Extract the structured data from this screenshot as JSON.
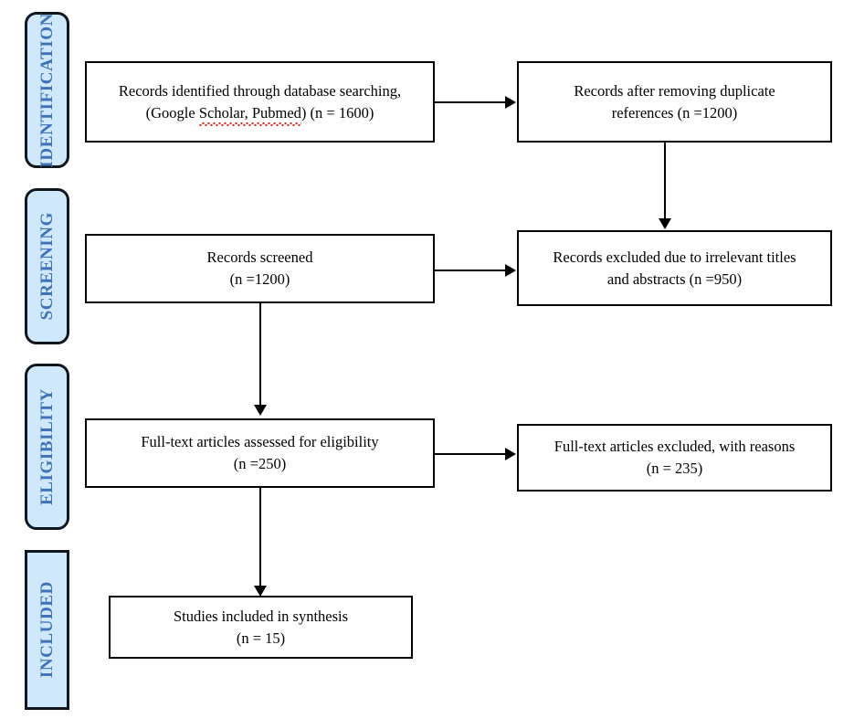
{
  "diagram": {
    "title": "PRISMA study selection flow diagram",
    "colors": {
      "stage_fill": "#cfe8fb",
      "stage_border": "#10171f",
      "stage_text": "#3f72b8",
      "node_border": "#000000",
      "node_fill": "#ffffff",
      "spellcheck_underline": "#e2231a"
    },
    "stages": [
      {
        "id": "identification",
        "label": "IDENTIFICATION",
        "shape": "rounded"
      },
      {
        "id": "screening",
        "label": "SCREENING",
        "shape": "rounded"
      },
      {
        "id": "eligibility",
        "label": "ELIGIBILITY",
        "shape": "rounded"
      },
      {
        "id": "included",
        "label": "INCLUDED",
        "shape": "square"
      }
    ],
    "nodes": [
      {
        "id": "records-identified",
        "line1": "Records identified through database searching,",
        "line2_pre": "(Google ",
        "line2_mis": "Scholar, Pubmed",
        "line2_post": ") (n = 1600)"
      },
      {
        "id": "records-after-duplicates",
        "line1": "Records after removing duplicate",
        "line2": "references (n =1200)"
      },
      {
        "id": "records-screened",
        "line1": "Records screened",
        "line2": "(n =1200)"
      },
      {
        "id": "records-excluded",
        "line1": "Records excluded due to irrelevant titles",
        "line2": "and abstracts (n =950)"
      },
      {
        "id": "fulltext-assessed",
        "line1": "Full-text articles assessed for eligibility",
        "line2": "(n =250)"
      },
      {
        "id": "fulltext-excluded",
        "line1": "Full-text articles excluded, with reasons",
        "line2": "(n = 235)"
      },
      {
        "id": "studies-included",
        "line1": "Studies included in synthesis",
        "line2": "(n = 15)"
      }
    ],
    "counts": {
      "identified": 1600,
      "after_duplicates": 1200,
      "screened": 1200,
      "excluded_titles_abstracts": 950,
      "fulltext_assessed": 250,
      "fulltext_excluded": 235,
      "included": 15
    }
  }
}
